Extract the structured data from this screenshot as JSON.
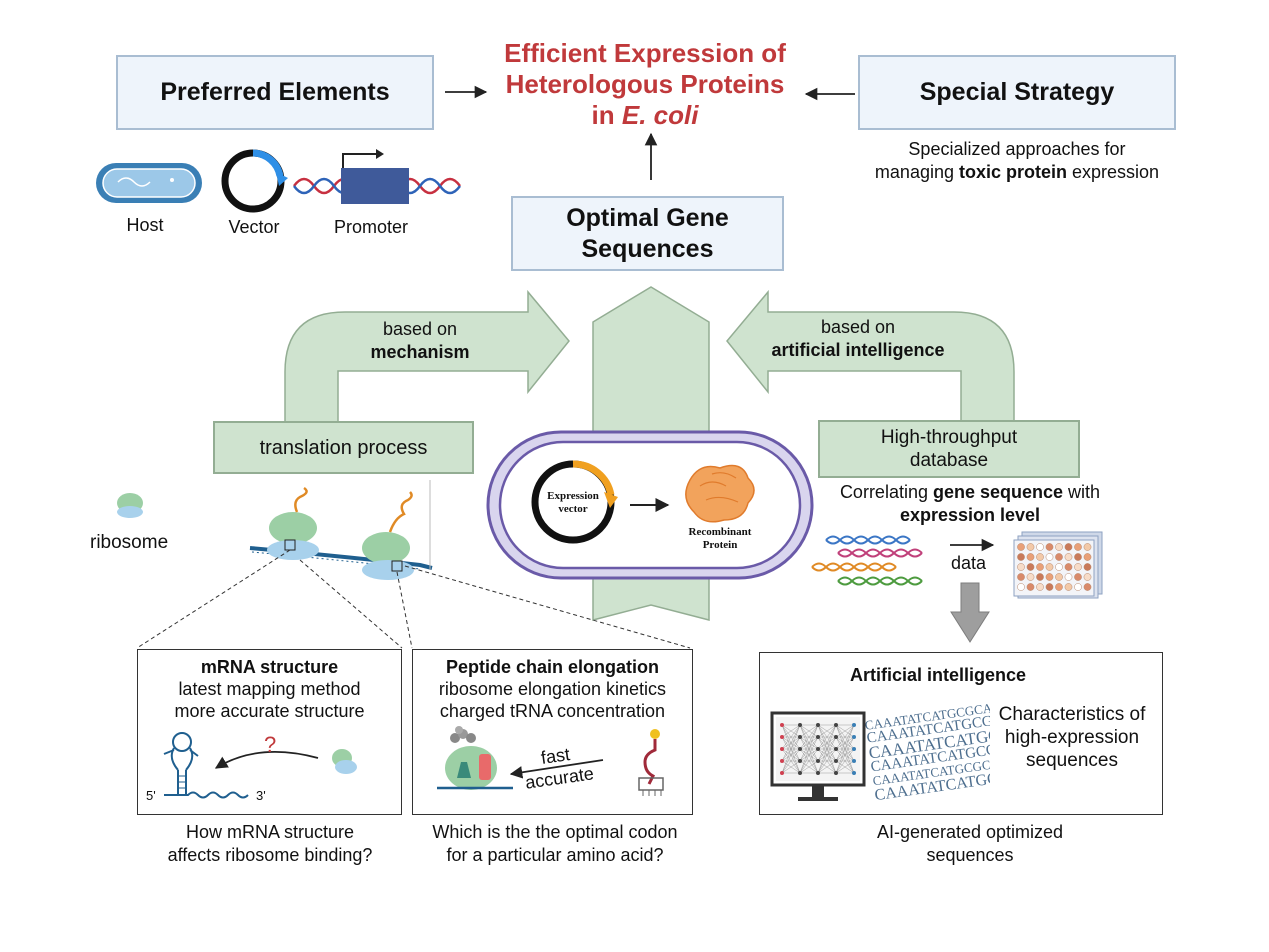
{
  "title": {
    "line1": "Efficient Expression of",
    "line2": "Heterologous  Proteins",
    "line3_prefix": "in ",
    "line3_italic": "E. coli"
  },
  "preferred_elements": {
    "label": "Preferred Elements",
    "host": "Host",
    "vector": "Vector",
    "promoter": "Promoter"
  },
  "special_strategy": {
    "label": "Special Strategy",
    "desc_line1": "Specialized approaches for",
    "desc_pre": "managing ",
    "desc_bold": "toxic protein",
    "desc_post": " expression"
  },
  "optimal": {
    "line1": "Optimal Gene",
    "line2": "Sequences"
  },
  "left_arrow": {
    "line1": "based on",
    "line2": "mechanism"
  },
  "right_arrow": {
    "line1": "based on",
    "line2": "artificial intelligence"
  },
  "translation": "translation process",
  "ribosome": "ribosome",
  "cell": {
    "vector_line1": "Expression",
    "vector_line2": "vector",
    "protein_line1": "Recombinant",
    "protein_line2": "Protein"
  },
  "htdb": {
    "line1": "High-throughput",
    "line2": "database",
    "corr_line1_pre": "Correlating ",
    "corr_line1_bold": "gene sequence",
    "corr_line1_post": " with",
    "corr_line2_bold": "expression level",
    "data": "data"
  },
  "mrna_panel": {
    "title": "mRNA structure",
    "line1": "latest mapping method",
    "line2": "more accurate structure",
    "five": "5'",
    "three": "3'",
    "question": "?",
    "cap_line1": "How mRNA structure",
    "cap_line2": "affects ribosome binding?"
  },
  "peptide_panel": {
    "title": "Peptide chain elongation",
    "line1": "ribosome elongation kinetics",
    "line2": "charged tRNA concentration",
    "fast": "fast",
    "accurate": "accurate",
    "cap_line1": "Which is the the optimal codon",
    "cap_line2": "for a particular amino acid?"
  },
  "ai_panel": {
    "title": "Artificial intelligence",
    "seq": "CAAATATCATGCGCAT",
    "desc_line1": "Characteristics of",
    "desc_line2": "high-expression",
    "desc_line3": "sequences",
    "cap_line1": "AI-generated optimized",
    "cap_line2": "sequences"
  },
  "colors": {
    "title_red": "#c0393b",
    "green_fill": "#cfe3cf",
    "blue_fill": "#eef4fb",
    "vector_orange": "#f0a020",
    "host_blue": "#3a7fb5",
    "cell_purple": "#6a5aa8"
  }
}
